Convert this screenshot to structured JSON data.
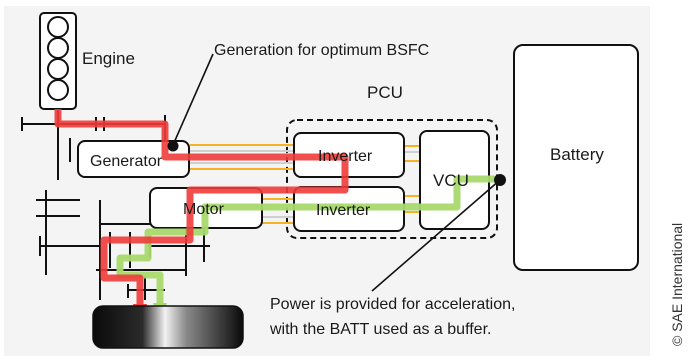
{
  "labels": {
    "engine": "Engine",
    "generation_note": "Generation  for optimum  BSFC",
    "pcu": "PCU",
    "generator": "Generator",
    "inverter_top": "Inverter",
    "inverter_bottom": "Inverter",
    "vcu": "VCU",
    "motor": "Motor",
    "battery": "Battery",
    "power_note_line1": "Power is provided for acceleration,",
    "power_note_line2": "with the BATT used as a buffer."
  },
  "copyright": "© SAE International",
  "colors": {
    "background": "#ffffff",
    "panel": "#f4f4f4",
    "outline": "#111111",
    "generation_flow": "#ef3b3b",
    "battery_flow": "#a6d96a",
    "electrical_bus": "#f5b324",
    "bus_stripe": "#cfcfcf"
  }
}
